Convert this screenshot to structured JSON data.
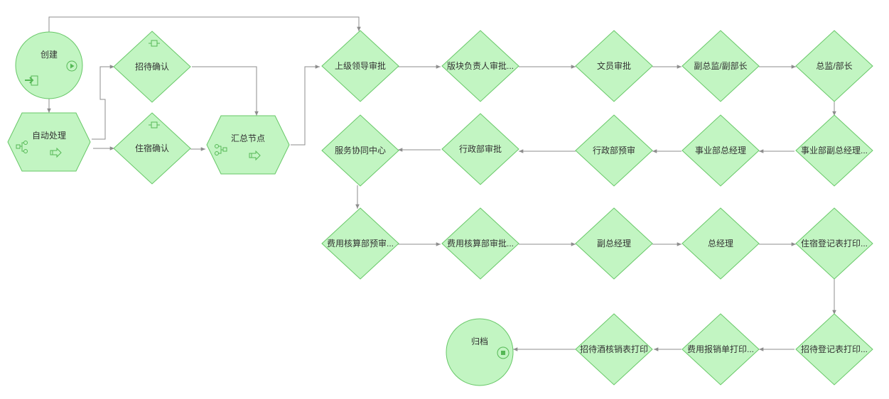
{
  "colors": {
    "node_fill": "#c2f5c2",
    "node_stroke": "#67c767",
    "edge": "#8d8d8d",
    "text": "#333333",
    "icon": "#55b855"
  },
  "nodes": {
    "start": {
      "label": "创建",
      "shape": "start-circle",
      "icons": [
        "enter-icon",
        "play-icon"
      ]
    },
    "auto": {
      "label": "自动处理",
      "shape": "hexagon",
      "icons": [
        "branch-icon",
        "arrow-right-icon"
      ]
    },
    "zdqr": {
      "label": "招待确认",
      "shape": "diamond",
      "icons": [
        "subprocess-icon"
      ]
    },
    "zsqr": {
      "label": "住宿确认",
      "shape": "diamond",
      "icons": [
        "subprocess-icon"
      ]
    },
    "hz": {
      "label": "汇总节点",
      "shape": "hexagon",
      "icons": [
        "merge-icon",
        "arrow-right-icon"
      ]
    },
    "sjld": {
      "label": "上级领导审批",
      "shape": "diamond"
    },
    "bkfzr": {
      "label": "版块负责人审批...",
      "shape": "diamond"
    },
    "wy": {
      "label": "文员审批",
      "shape": "diamond"
    },
    "fzj": {
      "label": "副总监/副部长",
      "shape": "diamond"
    },
    "zj": {
      "label": "总监/部长",
      "shape": "diamond"
    },
    "sybfz": {
      "label": "事业部副总经理...",
      "shape": "diamond"
    },
    "sybz": {
      "label": "事业部总经理",
      "shape": "diamond"
    },
    "xzbys": {
      "label": "行政部预审",
      "shape": "diamond"
    },
    "xzbsp": {
      "label": "行政部审批",
      "shape": "diamond"
    },
    "fwxt": {
      "label": "服务协同中心",
      "shape": "diamond"
    },
    "fyys": {
      "label": "费用核算部预审...",
      "shape": "diamond"
    },
    "fysp": {
      "label": "费用核算部审批...",
      "shape": "diamond"
    },
    "fzjl": {
      "label": "副总经理",
      "shape": "diamond"
    },
    "zjl": {
      "label": "总经理",
      "shape": "diamond"
    },
    "zsdj": {
      "label": "住宿登记表打印...",
      "shape": "diamond"
    },
    "zddj": {
      "label": "招待登记表打印...",
      "shape": "diamond"
    },
    "fybx": {
      "label": "费用报销单打印...",
      "shape": "diamond"
    },
    "zdjh": {
      "label": "招待酒核销表打印",
      "shape": "diamond"
    },
    "end": {
      "label": "归档",
      "shape": "end-circle",
      "icons": [
        "stop-icon"
      ]
    }
  },
  "edges": [
    [
      "start",
      "auto"
    ],
    [
      "start",
      "sjld"
    ],
    [
      "auto",
      "zdqr"
    ],
    [
      "auto",
      "zsqr"
    ],
    [
      "zdqr",
      "hz"
    ],
    [
      "zsqr",
      "hz"
    ],
    [
      "hz",
      "sjld"
    ],
    [
      "sjld",
      "bkfzr"
    ],
    [
      "bkfzr",
      "wy"
    ],
    [
      "wy",
      "fzj"
    ],
    [
      "fzj",
      "zj"
    ],
    [
      "zj",
      "sybfz"
    ],
    [
      "sybfz",
      "sybz"
    ],
    [
      "sybz",
      "xzbys"
    ],
    [
      "xzbys",
      "xzbsp"
    ],
    [
      "xzbsp",
      "fwxt"
    ],
    [
      "fwxt",
      "fyys"
    ],
    [
      "fyys",
      "fysp"
    ],
    [
      "fysp",
      "fzjl"
    ],
    [
      "fzjl",
      "zjl"
    ],
    [
      "zjl",
      "zsdj"
    ],
    [
      "zsdj",
      "zddj"
    ],
    [
      "zddj",
      "fybx"
    ],
    [
      "fybx",
      "zdjh"
    ],
    [
      "zdjh",
      "end"
    ]
  ]
}
